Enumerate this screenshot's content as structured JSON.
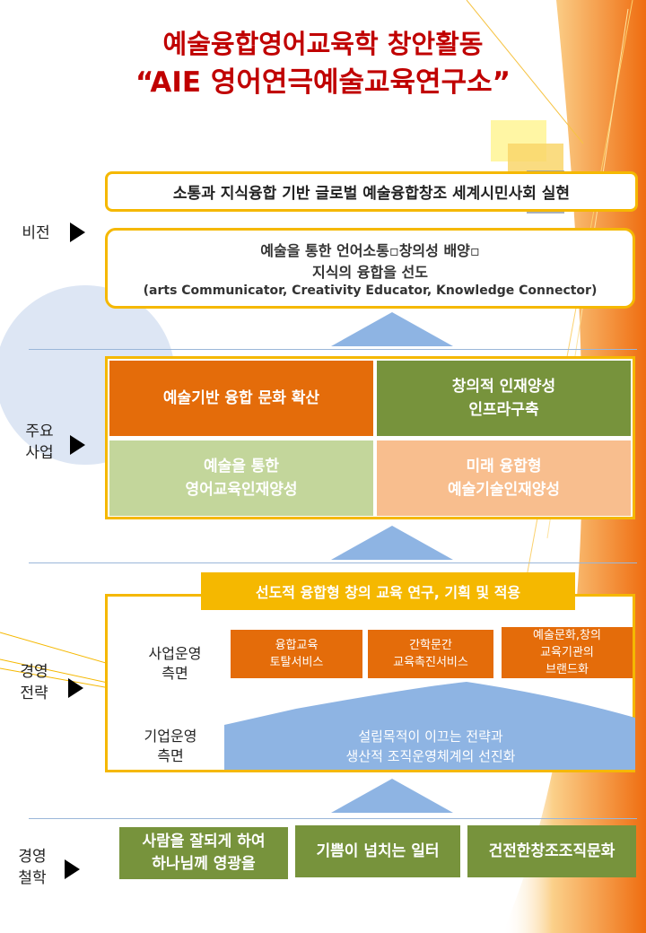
{
  "title": {
    "line1": "예술융합영어교육학 창안활동",
    "line2": "“AIE 영어연극예술교육연구소”"
  },
  "labels": {
    "vision": "비전",
    "business": "주요\n사업",
    "strategy": "경영\n전략",
    "philosophy": "경영\n철학"
  },
  "vision": {
    "top": "소통과 지식융합 기반 글로벌 예술융합창조 세계시민사회 실현",
    "main_line1": "예술을 통한 언어소통▫창의성 배양▫",
    "main_line2": "지식의 융합을 선도",
    "main_line3": "(arts Communicator, Creativity Educator, Knowledge Connector)"
  },
  "business": {
    "cells": [
      "예술기반 융합 문화 확산",
      "창의적 인재양성\n인프라구축",
      "예술을 통한\n영어교육인재양성",
      "미래 융합형\n예술기술인재양성"
    ]
  },
  "strategy": {
    "banner": "선도적 융합형 창의 교육 연구, 기획 및 적용",
    "biz_ops_label": "사업운영\n측면",
    "corp_ops_label": "기업운영\n측면",
    "services": [
      "융합교육\n토탈서비스",
      "간학문간\n교육촉진서비스",
      "예술문화,창의\n교육기관의\n브랜드화"
    ],
    "pyramid_text": "설립목적이 이끄는 전략과\n생산적 조직운영체계의 선진화"
  },
  "philosophy": {
    "items": [
      "사람을 잘되게 하여\n하나님께 영광을",
      "기쁨이 넘치는 일터",
      "건전한창조조직문화"
    ]
  },
  "colors": {
    "title_red": "#c00000",
    "frame_gold": "#f5b800",
    "orange": "#e46c0a",
    "olive_green": "#77933c",
    "light_green": "#c3d69b",
    "peach": "#f8be8e",
    "arrow_blue": "#8eb4e3"
  }
}
